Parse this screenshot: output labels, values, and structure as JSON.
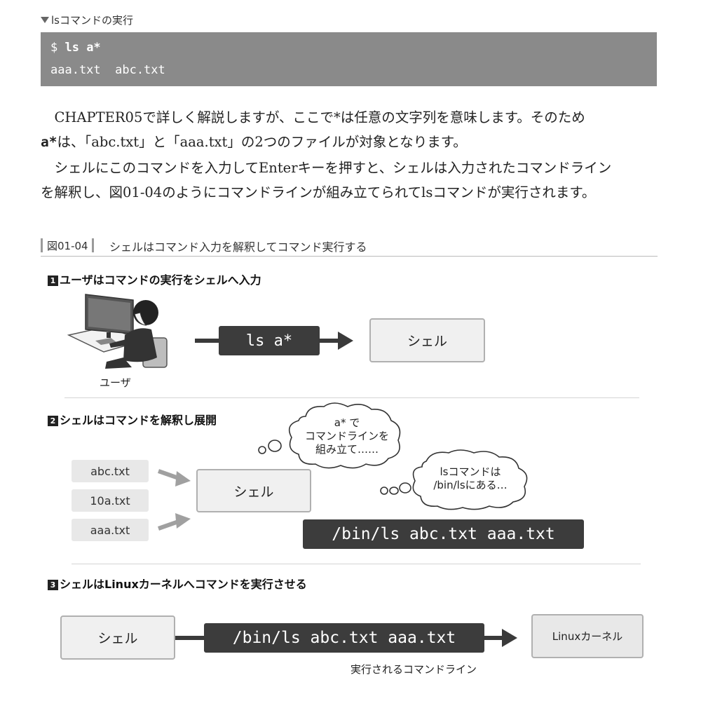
{
  "caption": "lsコマンドの実行",
  "code": {
    "prompt": "$ ",
    "command": "ls a*",
    "output": "aaa.txt  abc.txt"
  },
  "paragraph1": {
    "line1": "　CHAPTER05で詳しく解説しますが、ここで*は任意の文字列を意味します。そのため",
    "line2_code": "a*",
    "line2_rest": "は、「abc.txt」と「aaa.txt」の2つのファイルが対象となります。"
  },
  "paragraph2": {
    "line1": "　シェルにこのコマンドを入力してEnterキーを押すと、シェルは入力されたコマンドライン",
    "line2": "を解釈し、図01-04のようにコマンドラインが組み立てられてlsコマンドが実行されます。"
  },
  "figure": {
    "number": "図01-04",
    "title": "シェルはコマンド入力を解釈してコマンド実行する"
  },
  "section1": {
    "num": "1",
    "heading": "ユーザはコマンドの実行をシェルへ入力",
    "user_label": "ユーザ",
    "command": "ls a*",
    "shell": "シェル"
  },
  "section2": {
    "num": "2",
    "heading": "シェルはコマンドを解釈し展開",
    "files": [
      "abc.txt",
      "10a.txt",
      "aaa.txt"
    ],
    "shell": "シェル",
    "bubble1": [
      "a* で",
      "コマンドラインを",
      "組み立て……"
    ],
    "bubble2": [
      "lsコマンドは",
      "/bin/lsにある…"
    ],
    "result": "/bin/ls abc.txt aaa.txt"
  },
  "section3": {
    "num": "3",
    "heading": "シェルはLinuxカーネルへコマンドを実行させる",
    "shell": "シェル",
    "command": "/bin/ls abc.txt aaa.txt",
    "kernel": "Linuxカーネル",
    "command_caption": "実行されるコマンドライン"
  },
  "colors": {
    "code_bg": "#8a8a8a",
    "dark_box": "#3c3c3c",
    "gray_box": "#f0f0f0",
    "arrow": "#3a3a3a",
    "light_arrow": "#a0a0a0"
  },
  "icons": {
    "caption_marker": "down-triangle-icon",
    "user": "user-at-computer-illustration",
    "thought": "thought-bubble-icon"
  }
}
